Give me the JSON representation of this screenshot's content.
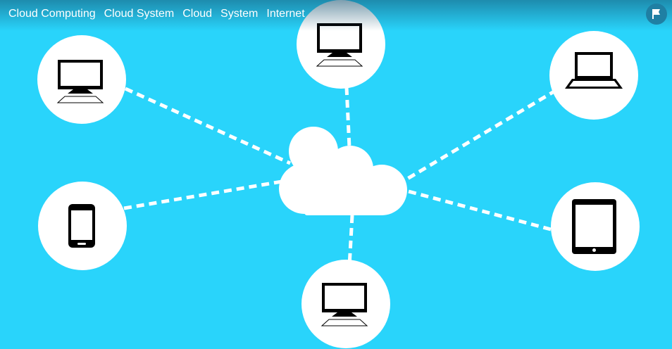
{
  "tags": [
    "Cloud Computing",
    "Cloud System",
    "Cloud",
    "System",
    "Internet"
  ],
  "colors": {
    "background": "#29d4fb",
    "node": "#ffffff",
    "icon": "#000000",
    "flag_button": "#1f7fa3"
  },
  "icons": {
    "flag": "flag-icon",
    "cloud": "cloud-icon",
    "nodes": [
      "desktop-monitor-icon",
      "desktop-monitor-icon",
      "laptop-icon",
      "smartphone-icon",
      "tablet-icon",
      "desktop-monitor-icon"
    ]
  }
}
